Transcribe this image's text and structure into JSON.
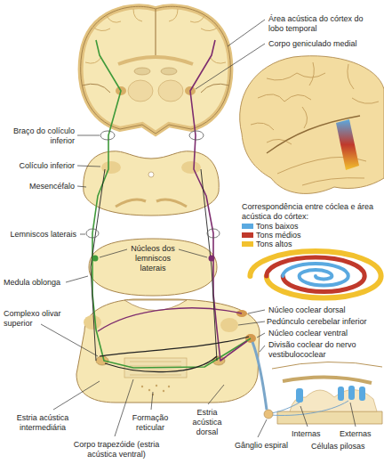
{
  "diagram": {
    "labels": [
      "Área acústica do córtex do lobo temporal",
      "Corpo geniculado medial",
      "Braço do colículo inferior",
      "Colículo inferior",
      "Mesencéfalo",
      "Correspondência entre cóclea e área acústica do córtex:",
      "Lemniscos laterais",
      "Núcleos dos lemniscos laterais",
      "Medula oblonga",
      "Complexo olivar superior",
      "Núcleo coclear dorsal",
      "Pedúnculo cerebelar inferior",
      "Núcleo coclear ventral",
      "Divisão coclear do nervo vestibulococlear",
      "Estria acústica intermediária",
      "Formação reticular",
      "Estria acústica dorsal",
      "Gânglio espiral",
      "Internas",
      "Externas",
      "Células pilosas",
      "Corpo trapezóide (estria acústica ventral)"
    ],
    "legend": [
      {
        "text": "Tons baixos",
        "color": "#5aa9e0"
      },
      {
        "text": "Tons médios",
        "color": "#c0392b"
      },
      {
        "text": "Tons altos",
        "color": "#f2c12e"
      }
    ]
  }
}
